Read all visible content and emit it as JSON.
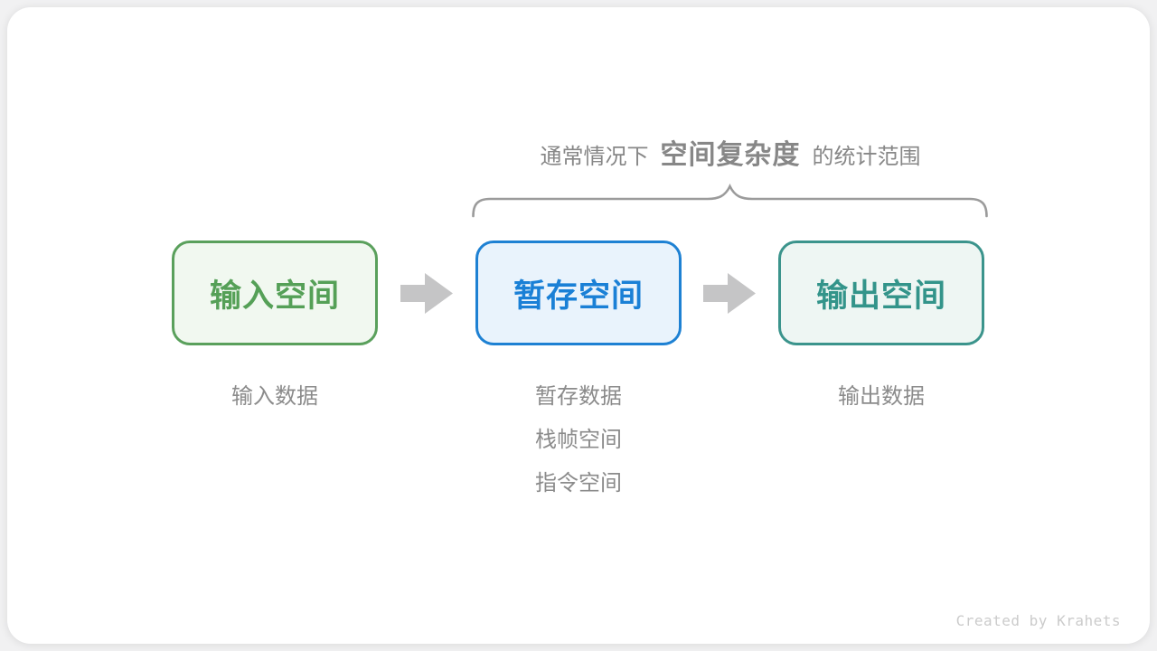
{
  "caption": {
    "prefix": "通常情况下",
    "highlight": "空间复杂度",
    "suffix": "的统计范围"
  },
  "nodes": [
    {
      "label": "输入空间"
    },
    {
      "label": "暂存空间"
    },
    {
      "label": "输出空间"
    }
  ],
  "sublabels": {
    "input": [
      "输入数据"
    ],
    "temp": [
      "暂存数据",
      "栈帧空间",
      "指令空间"
    ],
    "output": [
      "输出数据"
    ]
  },
  "credit": "Created by Krahets",
  "colors": {
    "input_border": "#5aa05c",
    "input_fill": "#f1f8f0",
    "input_text": "#55a057",
    "temp_border": "#1e81d3",
    "temp_fill": "#e9f3fc",
    "temp_text": "#1a80d6",
    "output_border": "#3b948c",
    "output_fill": "#eef6f3",
    "output_text": "#33948a",
    "arrow": "#c5c5c6",
    "brace": "#9b9b9b",
    "caption_text": "#878787",
    "sublabel_text": "#8b8b8b",
    "credit_text": "#cbcbcb"
  }
}
